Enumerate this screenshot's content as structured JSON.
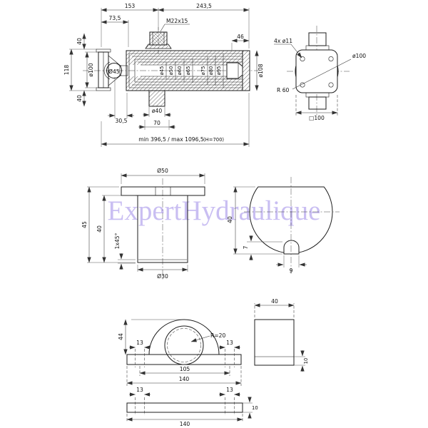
{
  "drawing": {
    "watermark": {
      "text": "ExpertHydraulique",
      "color": "#9d8ae8"
    },
    "side_view": {
      "dim_153": "153",
      "dim_243_5": "243,5",
      "dim_73_5": "73,5",
      "thread": "M22x15",
      "dim_46": "46",
      "dim_40_top": "40",
      "dim_118": "118",
      "dim_40_bottom": "40",
      "dim_d100": "ø100",
      "dim_ball": "Ø45",
      "bores": [
        "ø45",
        "ø50",
        "ø60",
        "ø65",
        "ø75",
        "ø80",
        "ø95"
      ],
      "dim_d108": "ø108",
      "dim_30_5": "30,5",
      "dim_d40": "ø40",
      "dim_70": "70",
      "dim_stroke": "min 396,5 / max 1096,5",
      "dim_stroke_note": "(H=700)"
    },
    "end_view": {
      "dim_holes": "4x ø11",
      "dim_d100": "ø100",
      "dim_r60": "R 60",
      "dim_square": "□100"
    },
    "pin_view": {
      "dim_d50": "Ø50",
      "dim_45": "45",
      "dim_40": "40",
      "dim_chamfer": "1x45°",
      "dim_d30": "Ø30"
    },
    "socket_view": {
      "dim_40": "40",
      "dim_7": "7",
      "dim_9": "9"
    },
    "clamp_front_view": {
      "dim_44": "44",
      "dim_13_left": "13",
      "dim_radius": "R=20",
      "dim_13_right": "13",
      "dim_105": "105",
      "dim_140": "140"
    },
    "clamp_side_view": {
      "dim_40": "40",
      "dim_10": "10"
    },
    "plate_view": {
      "dim_13_left": "13",
      "dim_13_right": "13",
      "dim_140": "140",
      "dim_10": "10"
    }
  }
}
